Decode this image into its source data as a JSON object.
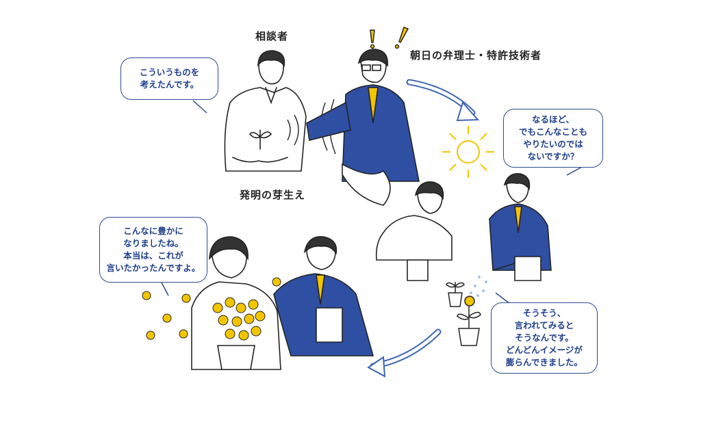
{
  "labels": {
    "client": "相談者",
    "attorney": "朝日の弁理士・特許技術者",
    "sprout": "発明の芽生え"
  },
  "bubbles": {
    "b1": [
      "こういうものを",
      "考えたんです。"
    ],
    "b2": [
      "なるほど、",
      "でもこんなことも",
      "やりたいのでは",
      "ないですか？"
    ],
    "b3": [
      "そうそう、",
      "言われてみると",
      "そうなんです。",
      "どんどんイメージが",
      "膨らんできました。"
    ],
    "b4": [
      "こんなに豊かに",
      "なりましたね。",
      "本当は、これが",
      "言いたかったんですよ。"
    ]
  },
  "colors": {
    "accent_blue": "#2b4a8f",
    "suit_blue": "#2f4fa3",
    "tie_yellow": "#f2c500",
    "arrow_blue": "#3d63b5"
  }
}
